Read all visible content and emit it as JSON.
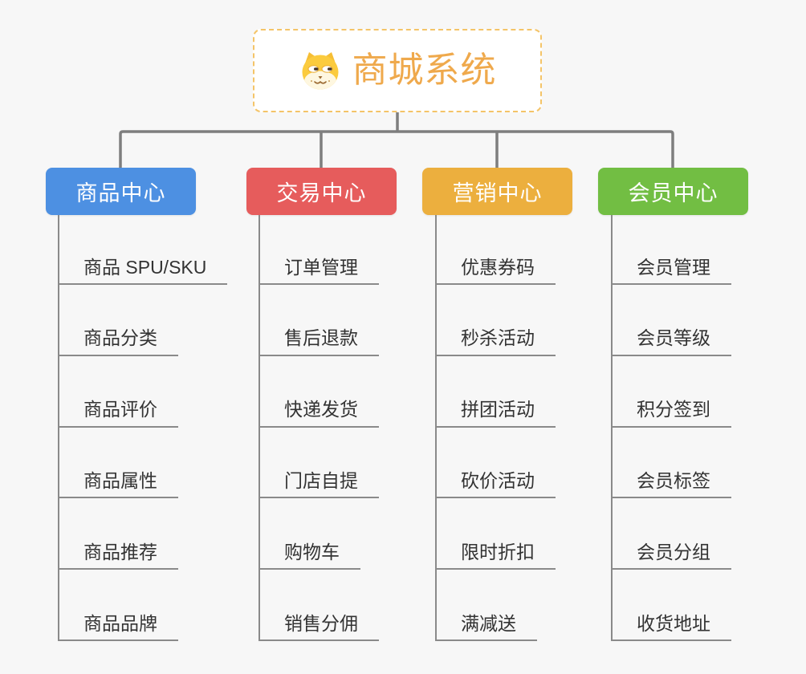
{
  "root": {
    "title": "商城系统",
    "icon": "doge-icon"
  },
  "branches": [
    {
      "label": "商品中心",
      "color": "#4D90E2",
      "items": [
        "商品 SPU/SKU",
        "商品分类",
        "商品评价",
        "商品属性",
        "商品推荐",
        "商品品牌"
      ]
    },
    {
      "label": "交易中心",
      "color": "#E65C5C",
      "items": [
        "订单管理",
        "售后退款",
        "快递发货",
        "门店自提",
        "购物车",
        "销售分佣"
      ]
    },
    {
      "label": "营销中心",
      "color": "#ECAF3E",
      "items": [
        "优惠券码",
        "秒杀活动",
        "拼团活动",
        "砍价活动",
        "限时折扣",
        "满减送"
      ]
    },
    {
      "label": "会员中心",
      "color": "#72BE43",
      "items": [
        "会员管理",
        "会员等级",
        "积分签到",
        "会员标签",
        "会员分组",
        "收货地址"
      ]
    }
  ],
  "colors": {
    "background": "#F7F7F7",
    "root_border": "#F4C468",
    "root_text": "#EFA94C",
    "connector_line": "#7E7E7E",
    "child_line": "#8A8A8A",
    "leaf_text": "#333333"
  }
}
